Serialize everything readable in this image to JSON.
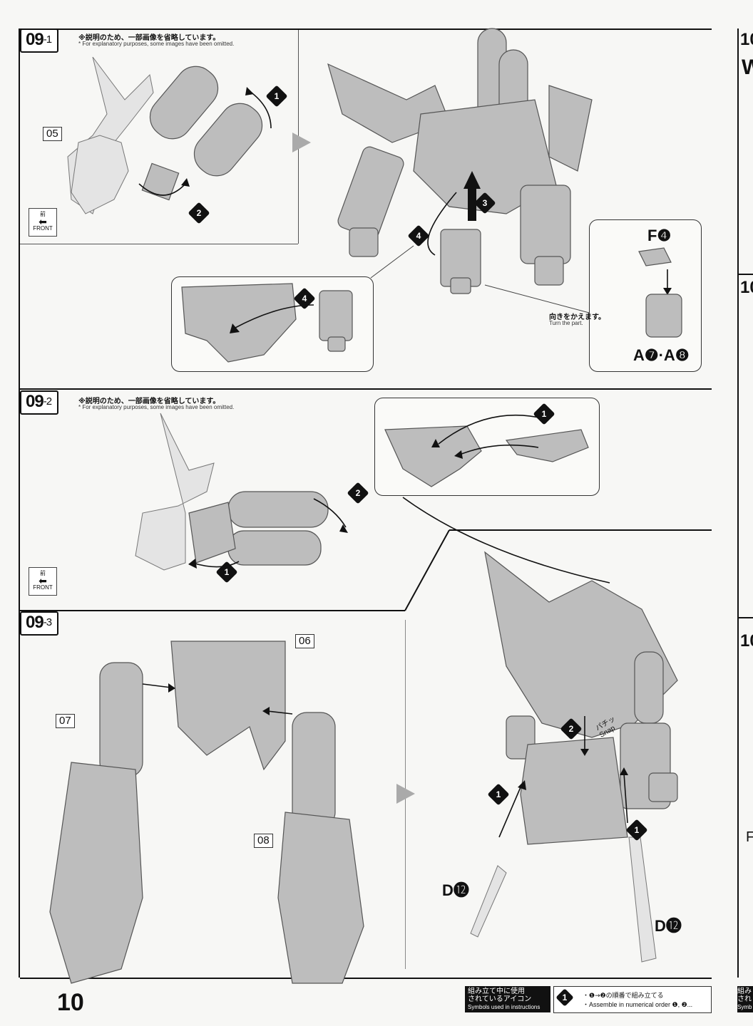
{
  "page_number": "10",
  "steps": {
    "s1": {
      "main": "09",
      "sub": "1",
      "note_jp": "※説明のため、一部画像を省略しています。",
      "note_en": "* For explanatory purposes, some images have been omitted."
    },
    "s2": {
      "main": "09",
      "sub": "2",
      "note_jp": "※説明のため、一部画像を省略しています。",
      "note_en": "* For explanatory purposes, some images have been omitted."
    },
    "s3": {
      "main": "09",
      "sub": "3"
    }
  },
  "tags": {
    "p05": "05",
    "p06": "06",
    "p07": "07",
    "p08": "08"
  },
  "front": {
    "jp": "前",
    "en": "FRONT"
  },
  "nums": {
    "n1": "1",
    "n2": "2",
    "n3": "3",
    "n4": "4"
  },
  "callout": {
    "f4": "F❹",
    "a78": "A❼·A❽",
    "turn_jp": "向きをかえます。",
    "turn_en": "Turn the part."
  },
  "d12": "D⓬",
  "snap": {
    "jp": "パチッ",
    "en": "Snap"
  },
  "footer": {
    "box_jp1": "組み立て中に使用",
    "box_jp2": "されているアイコン",
    "box_en": "Symbols used in instructions",
    "legend_jp": "・❶→❷の順番で組み立てる",
    "legend_en": "・Assemble in numerical order ❶, ❷..."
  },
  "next_page": {
    "step_num": "10",
    "letter": "W",
    "jp_frag1": "組み",
    "jp_frag2": "され",
    "en_frag": "Symb",
    "f_letter": "F"
  }
}
